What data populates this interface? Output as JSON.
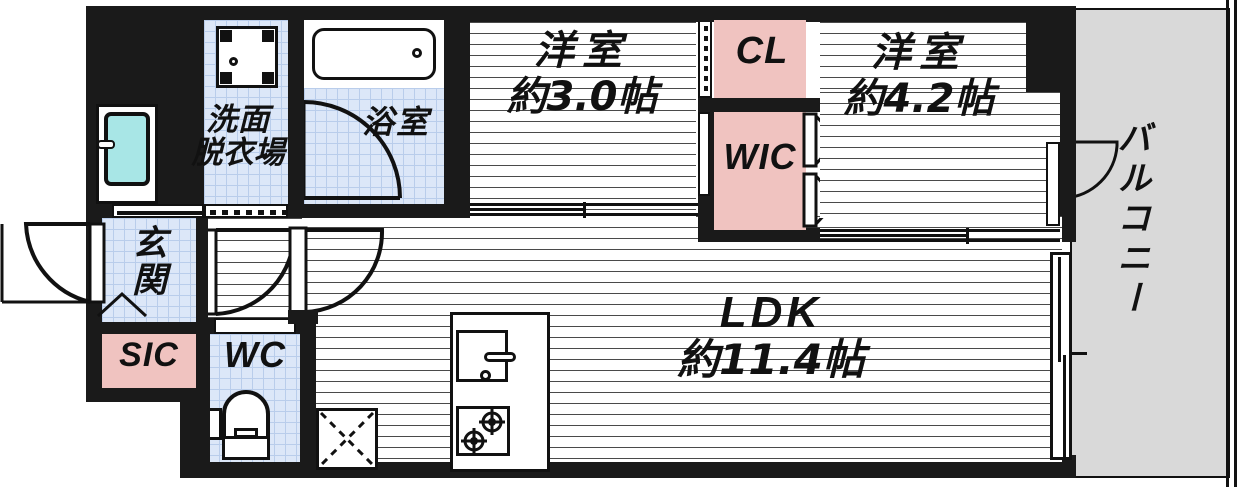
{
  "plan": {
    "title": "Apartment floor plan",
    "unit_suffix": "帖",
    "colors": {
      "wall": "#1a1a1a",
      "closet_pink": "#f0c3c0",
      "tile_blue": "#b9cdeb",
      "balcony_gray": "#d9d9d9",
      "ink": "#111111",
      "washer_cyan": "#a8e6e6"
    }
  },
  "rooms": [
    {
      "key": "bedroom_small",
      "name_line1": "洋室",
      "name_line2": "約3.0帖",
      "area_jo": 3.0,
      "type": "western-room"
    },
    {
      "key": "bedroom_large",
      "name_line1": "洋室",
      "name_line2": "約4.2帖",
      "area_jo": 4.2,
      "type": "western-room"
    },
    {
      "key": "ldk",
      "name_line1": "LDK",
      "name_line2": "約11.4帖",
      "area_jo": 11.4,
      "type": "living-dining-kitchen"
    },
    {
      "key": "bath",
      "name_line1": "浴室",
      "name_line2": "",
      "type": "bathroom"
    },
    {
      "key": "washroom",
      "name_line1": "洗面",
      "name_line2": "脱衣場",
      "type": "washroom-changing"
    },
    {
      "key": "entrance",
      "name_line1": "玄",
      "name_line2": "関",
      "type": "entrance"
    },
    {
      "key": "toilet",
      "name_line1": "WC",
      "name_line2": "",
      "type": "toilet"
    },
    {
      "key": "sic",
      "name_line1": "SIC",
      "name_line2": "",
      "type": "shoe-in-closet"
    },
    {
      "key": "closet",
      "name_line1": "CL",
      "name_line2": "",
      "type": "closet"
    },
    {
      "key": "wic",
      "name_line1": "WIC",
      "name_line2": "",
      "type": "walk-in-closet"
    },
    {
      "key": "balcony",
      "name_line1": "バルコニー",
      "name_line2": "",
      "type": "balcony"
    }
  ],
  "labels": {
    "bedroom_small_name": "洋室",
    "bedroom_small_area": "約3.0帖",
    "bedroom_large_name": "洋室",
    "bedroom_large_area": "約4.2帖",
    "ldk_name": "LDK",
    "ldk_area": "約11.4帖",
    "bath": "浴室",
    "washroom_l1": "洗面",
    "washroom_l2": "脱衣場",
    "entrance_l1": "玄",
    "entrance_l2": "関",
    "toilet": "WC",
    "sic": "SIC",
    "closet": "CL",
    "wic": "WIC",
    "balcony": "バルコニー"
  },
  "fixtures": [
    {
      "key": "bathtub",
      "label": "bathtub"
    },
    {
      "key": "vanity-sink",
      "label": "vanity sink"
    },
    {
      "key": "washing-machine-pan",
      "label": "washing machine pan"
    },
    {
      "key": "toilet-bowl",
      "label": "toilet"
    },
    {
      "key": "kitchen-sink",
      "label": "kitchen sink"
    },
    {
      "key": "gas-stove",
      "label": "two burner gas stove"
    },
    {
      "key": "refrigerator-space",
      "label": "refrigerator space"
    },
    {
      "key": "entrance-door",
      "label": "entrance door"
    },
    {
      "key": "balcony-sliding-door",
      "label": "balcony sliding door"
    },
    {
      "key": "balcony-partition-door",
      "label": "balcony partition door"
    }
  ]
}
